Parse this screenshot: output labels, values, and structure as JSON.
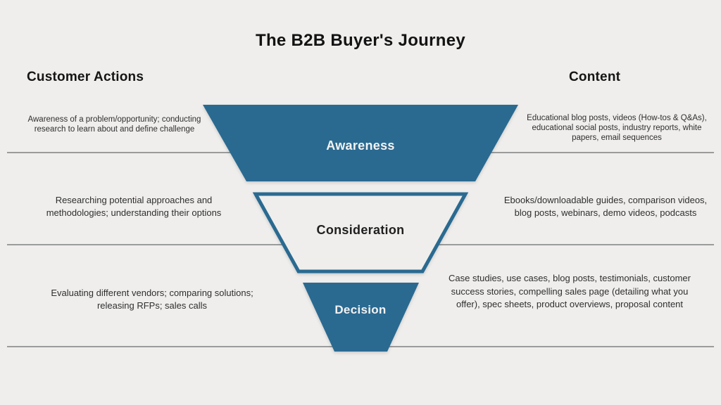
{
  "title": "The B2B Buyer's Journey",
  "columns": {
    "left_header": "Customer Actions",
    "right_header": "Content"
  },
  "funnel": {
    "stages": [
      {
        "label": "Awareness",
        "customer_actions": "Awareness of a problem/opportunity; conducting research to learn about and define challenge",
        "content": "Educational blog posts, videos (How-tos & Q&As), educational social posts, industry reports, white papers, email sequences"
      },
      {
        "label": "Consideration",
        "customer_actions": "Researching potential approaches and methodologies; understanding their options",
        "content": "Ebooks/downloadable guides, comparison videos, blog posts, webinars, demo videos, podcasts"
      },
      {
        "label": "Decision",
        "customer_actions": "Evaluating different vendors; comparing solutions; releasing RFPs; sales calls",
        "content": "Case studies, use cases, blog posts, testimonials, customer success stories, compelling sales page (detailing what you offer), spec sheets, product overviews, proposal content"
      }
    ]
  },
  "colors": {
    "accent_blue": "#2a6a91",
    "background": "#efeeec",
    "divider_gray": "#9b9b9b",
    "text_dark": "#2f2f2f",
    "stage_label_light": "#f3f3f3"
  }
}
